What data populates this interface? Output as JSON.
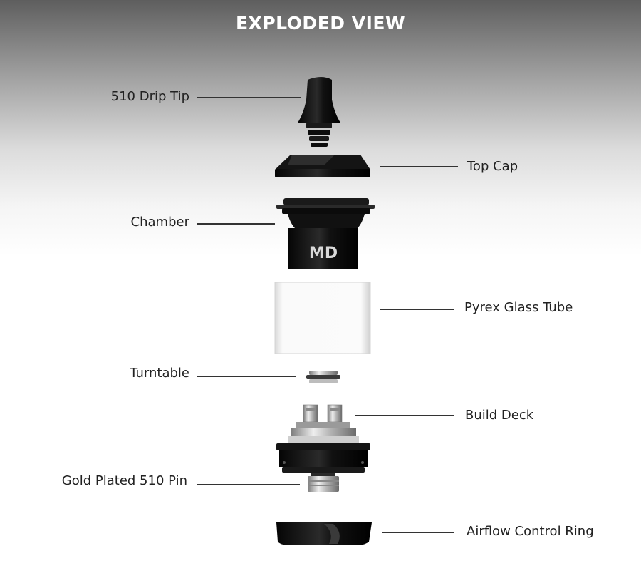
{
  "title": "EXPLODED VIEW",
  "logo_text": "MD",
  "callouts": {
    "drip_tip": "510 Drip Tip",
    "top_cap": "Top Cap",
    "chamber": "Chamber",
    "glass_tube": "Pyrex Glass Tube",
    "turntable": "Turntable",
    "build_deck": "Build Deck",
    "pin": "Gold Plated 510 Pin",
    "airflow_ring": "Airflow Control Ring"
  },
  "colors": {
    "title": "#ffffff",
    "label": "#222222",
    "part_black": "#111111",
    "metal": "#c8c8c8"
  }
}
